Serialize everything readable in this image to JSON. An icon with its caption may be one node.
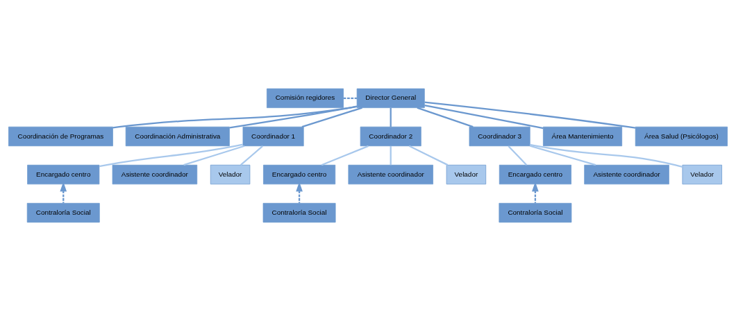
{
  "diagram": {
    "nodes": [
      {
        "text": [
          "Comisión regidores"
        ]
      },
      {
        "text": [
          "Director General"
        ]
      },
      {
        "text": [
          "Coordinación de Programas"
        ]
      },
      {
        "text": [
          "Coordinación Administrativa"
        ]
      },
      {
        "text": [
          "Coordinador 1"
        ]
      },
      {
        "text": [
          "Coordinador 2"
        ]
      },
      {
        "text": [
          "Coordinador 3"
        ]
      },
      {
        "text": [
          "Área Mantenimiento"
        ]
      },
      {
        "text": [
          "Área Salud (Psicólogos)"
        ]
      },
      {
        "text": [
          "Encargado centro"
        ]
      },
      {
        "text": [
          "Asistente coordinador"
        ]
      },
      {
        "text": [
          "Velador"
        ]
      },
      {
        "text": [
          "Contraloría Social"
        ]
      },
      {
        "text": [
          "Encargado centro"
        ]
      },
      {
        "text": [
          "Asistente coordinador"
        ]
      },
      {
        "text": [
          "Velador"
        ]
      },
      {
        "text": [
          "Contraloría Social"
        ]
      },
      {
        "text": [
          "Encargado centro"
        ]
      },
      {
        "text": [
          "Asistente coordinador"
        ]
      },
      {
        "text": [
          "Velador"
        ]
      },
      {
        "text": [
          "Contraloría Social"
        ]
      }
    ],
    "edges": [
      {
        "from": 0,
        "to": 1,
        "arrow": "none",
        "style": "dashed"
      },
      {
        "from": 1,
        "to": 2,
        "arrow": "none"
      },
      {
        "from": 1,
        "to": 3,
        "arrow": "none"
      },
      {
        "from": 1,
        "to": 4,
        "arrow": "none"
      },
      {
        "from": 1,
        "to": 5,
        "arrow": "none"
      },
      {
        "from": 1,
        "to": 6,
        "arrow": "none"
      },
      {
        "from": 1,
        "to": 7,
        "arrow": "none"
      },
      {
        "from": 1,
        "to": 8,
        "arrow": "none"
      },
      {
        "from": 4,
        "to": 10,
        "arrow": "none",
        "color": "#a8c8ec"
      },
      {
        "from": 4,
        "to": 11,
        "arrow": "none",
        "color": "#a8c8ec"
      },
      {
        "from": 4,
        "to": 9,
        "arrow": "none",
        "color": "#a8c8ec"
      },
      {
        "from": 12,
        "to": 9,
        "arrow": "to",
        "style": "dashed"
      },
      {
        "from": 5,
        "to": 14,
        "arrow": "none",
        "color": "#a8c8ec"
      },
      {
        "from": 5,
        "to": 15,
        "arrow": "none",
        "color": "#a8c8ec"
      },
      {
        "from": 5,
        "to": 13,
        "arrow": "none",
        "color": "#a8c8ec"
      },
      {
        "from": 16,
        "to": 13,
        "arrow": "to",
        "style": "dashed"
      },
      {
        "from": 6,
        "to": 18,
        "arrow": "none",
        "color": "#a8c8ec"
      },
      {
        "from": 6,
        "to": 19,
        "arrow": "none",
        "color": "#a8c8ec"
      },
      {
        "from": 6,
        "to": 17,
        "arrow": "none",
        "color": "#a8c8ec"
      },
      {
        "from": 20,
        "to": 17,
        "arrow": "to",
        "style": "dashed"
      }
    ]
  }
}
